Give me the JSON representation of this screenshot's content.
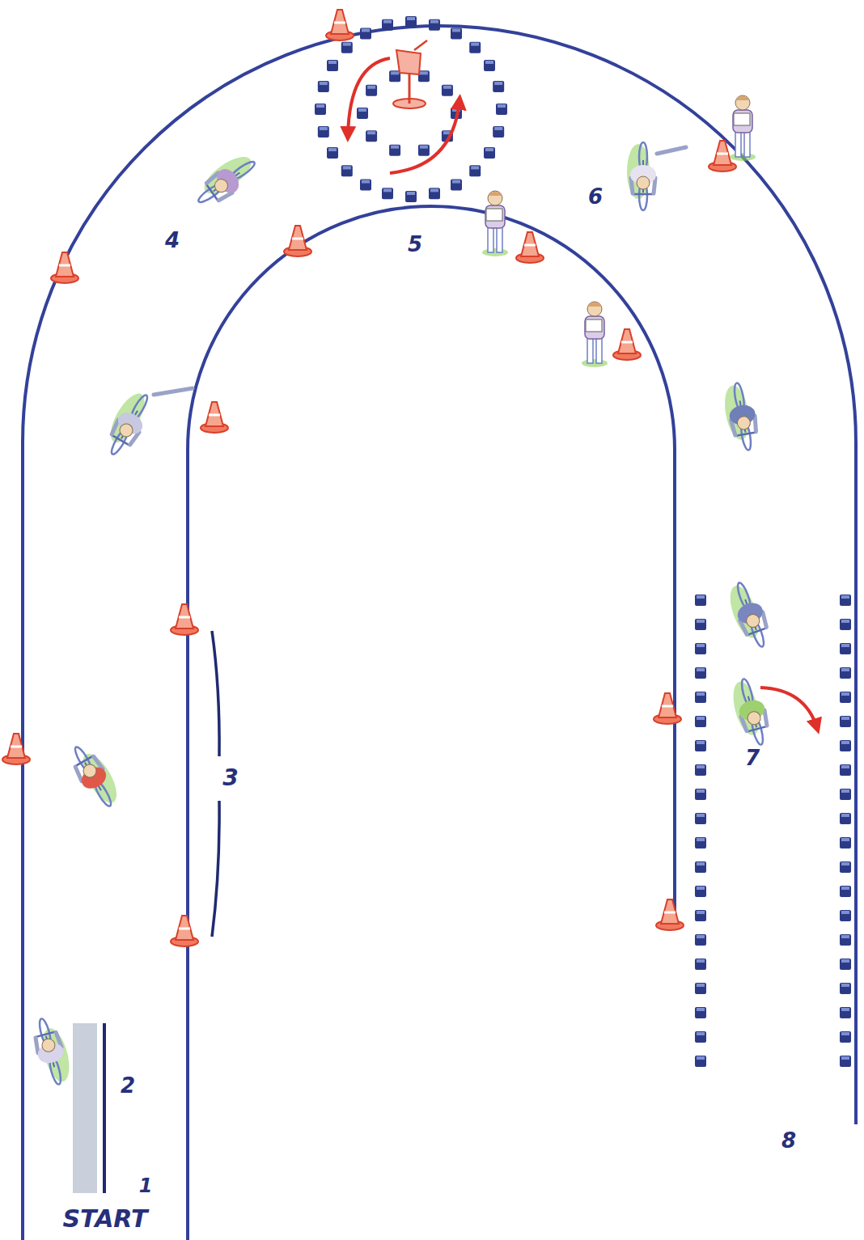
{
  "diagram": {
    "labels": [
      "START",
      "1",
      "2",
      "3",
      "4",
      "5",
      "6",
      "7",
      "8"
    ]
  }
}
